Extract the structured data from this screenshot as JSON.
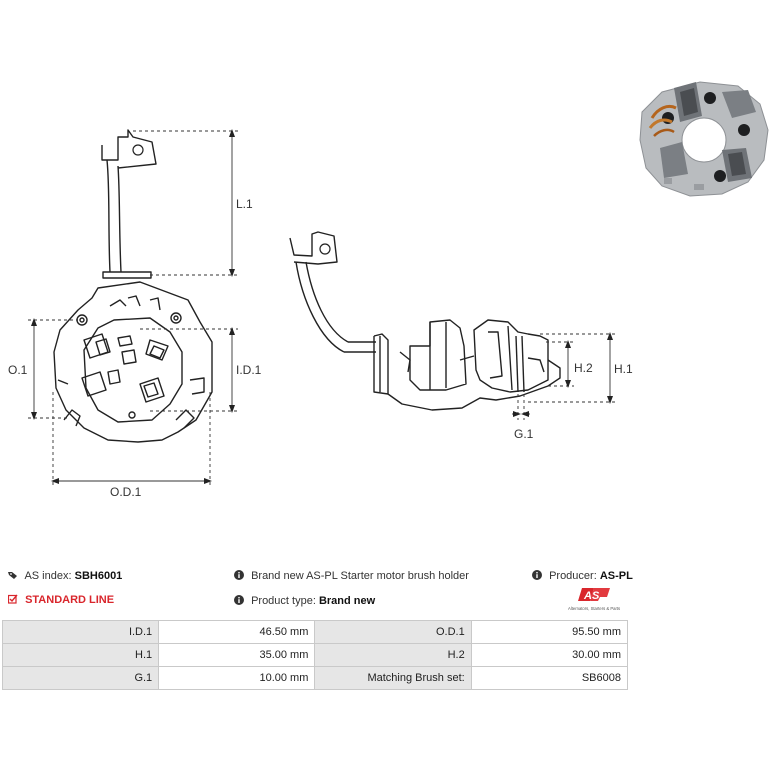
{
  "labels": {
    "L1": "L.1",
    "O1": "O.1",
    "ID1": "I.D.1",
    "OD1": "O.D.1",
    "H2": "H.2",
    "H1": "H.1",
    "G1": "G.1"
  },
  "info": {
    "index_label": "AS index:",
    "index_value": "SBH6001",
    "line": "STANDARD LINE",
    "description": "Brand new AS-PL Starter motor brush holder",
    "producer_label": "Producer:",
    "producer_value": "AS-PL",
    "type_label": "Product type:",
    "type_value": "Brand new",
    "logo_text": "AS",
    "logo_sub": "Alternators, Starters & Parts"
  },
  "specs": [
    {
      "k1": "I.D.1",
      "v1": "46.50 mm",
      "k2": "O.D.1",
      "v2": "95.50 mm"
    },
    {
      "k1": "H.1",
      "v1": "35.00 mm",
      "k2": "H.2",
      "v2": "30.00 mm"
    },
    {
      "k1": "G.1",
      "v1": "10.00 mm",
      "k2": "Matching Brush set:",
      "v2": "SB6008"
    }
  ],
  "colors": {
    "accent": "#d9262c",
    "table_key_bg": "#e6e6e6",
    "border": "#c9c9c9"
  },
  "icons": [
    "tag-icon",
    "info-icon",
    "checkbox-icon"
  ]
}
